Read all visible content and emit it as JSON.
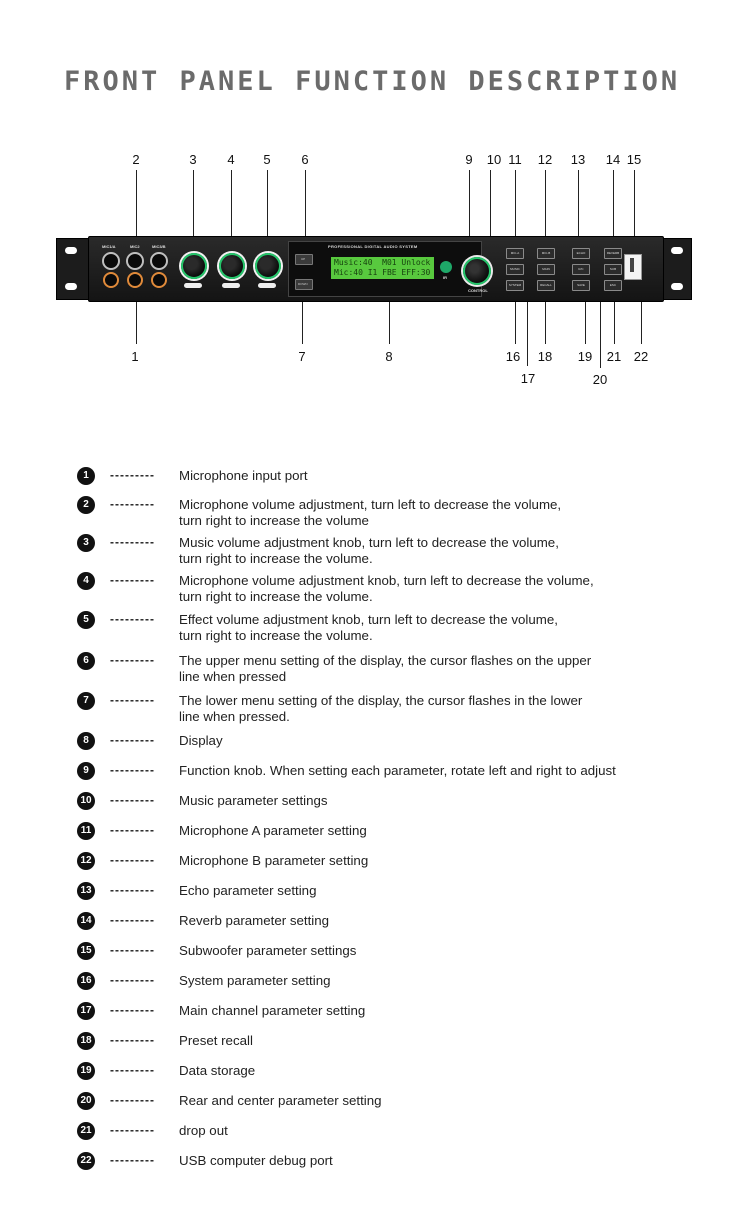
{
  "title": "FRONT PANEL FUNCTION DESCRIPTION",
  "callouts": {
    "c1": "1",
    "c2": "2",
    "c3": "3",
    "c4": "4",
    "c5": "5",
    "c6": "6",
    "c7": "7",
    "c8": "8",
    "c9": "9",
    "c10": "10",
    "c11": "11",
    "c12": "12",
    "c13": "13",
    "c14": "14",
    "c15": "15",
    "c16": "16",
    "c17": "17",
    "c18": "18",
    "c19": "19",
    "c20": "20",
    "c21": "21",
    "c22": "22"
  },
  "device": {
    "lcd_header": "PROFESSIONAL DIGITAL AUDIO SYSTEM",
    "lcd_line1": "Music:40  M01 Unlock",
    "lcd_line2": "Mic:40 I1 FBE EFF:30",
    "ir_label": "IR",
    "control_label": "CONTROL",
    "mic_labels": [
      "MIC1/A",
      "MIC2",
      "MIC3/B"
    ],
    "up_label": "UP",
    "down_label": "DOWN",
    "buttons": {
      "music": "MUSIC",
      "mic_a": "MIC-A",
      "mic_b": "MIC-B",
      "echo": "ECHO",
      "reverb": "REVERB",
      "sub": "SUB",
      "main": "MAIN",
      "system": "SYSTEM",
      "recall": "RECALL",
      "save": "SAVE",
      "rc": "R/C",
      "esc": "ESC"
    },
    "knob_color": "#25c46a",
    "lcd_color": "#58c93e"
  },
  "legend": [
    {
      "num": "1",
      "dashes": "---------",
      "text": "Microphone input port"
    },
    {
      "num": "2",
      "dashes": "---------",
      "text": "Microphone volume adjustment, turn left to decrease the volume,\nturn right to increase the volume"
    },
    {
      "num": "3",
      "dashes": "---------",
      "text": "Music volume adjustment knob, turn left to decrease the volume,\nturn right to increase the volume."
    },
    {
      "num": "4",
      "dashes": "---------",
      "text": "Microphone volume adjustment knob, turn left to decrease the volume,\nturn right to increase the volume."
    },
    {
      "num": "5",
      "dashes": "---------",
      "text": "Effect volume adjustment knob, turn left to decrease the volume,\nturn right to increase the volume."
    },
    {
      "num": "6",
      "dashes": "---------",
      "text": "The upper menu setting of the display, the cursor flashes on the upper\n line when pressed"
    },
    {
      "num": "7",
      "dashes": "---------",
      "text": "The lower menu setting of the display, the cursor flashes in the lower\n line when pressed."
    },
    {
      "num": "8",
      "dashes": "---------",
      "text": "Display"
    },
    {
      "num": "9",
      "dashes": "---------",
      "text": "Function knob. When setting each parameter, rotate left and right to adjust"
    },
    {
      "num": "10",
      "dashes": "---------",
      "text": "Music parameter settings"
    },
    {
      "num": "11",
      "dashes": "---------",
      "text": "Microphone A parameter setting"
    },
    {
      "num": "12",
      "dashes": "---------",
      "text": "Microphone B parameter setting"
    },
    {
      "num": "13",
      "dashes": "---------",
      "text": "Echo parameter setting"
    },
    {
      "num": "14",
      "dashes": "---------",
      "text": "Reverb parameter setting"
    },
    {
      "num": "15",
      "dashes": "---------",
      "text": "Subwoofer parameter settings"
    },
    {
      "num": "16",
      "dashes": "---------",
      "text": "System parameter setting"
    },
    {
      "num": "17",
      "dashes": "---------",
      "text": "Main channel parameter setting"
    },
    {
      "num": "18",
      "dashes": "---------",
      "text": "Preset recall"
    },
    {
      "num": "19",
      "dashes": "---------",
      "text": "Data storage"
    },
    {
      "num": "20",
      "dashes": "---------",
      "text": "Rear and center parameter setting"
    },
    {
      "num": "21",
      "dashes": "---------",
      "text": "drop out"
    },
    {
      "num": "22",
      "dashes": "---------",
      "text": "USB computer debug port"
    }
  ]
}
